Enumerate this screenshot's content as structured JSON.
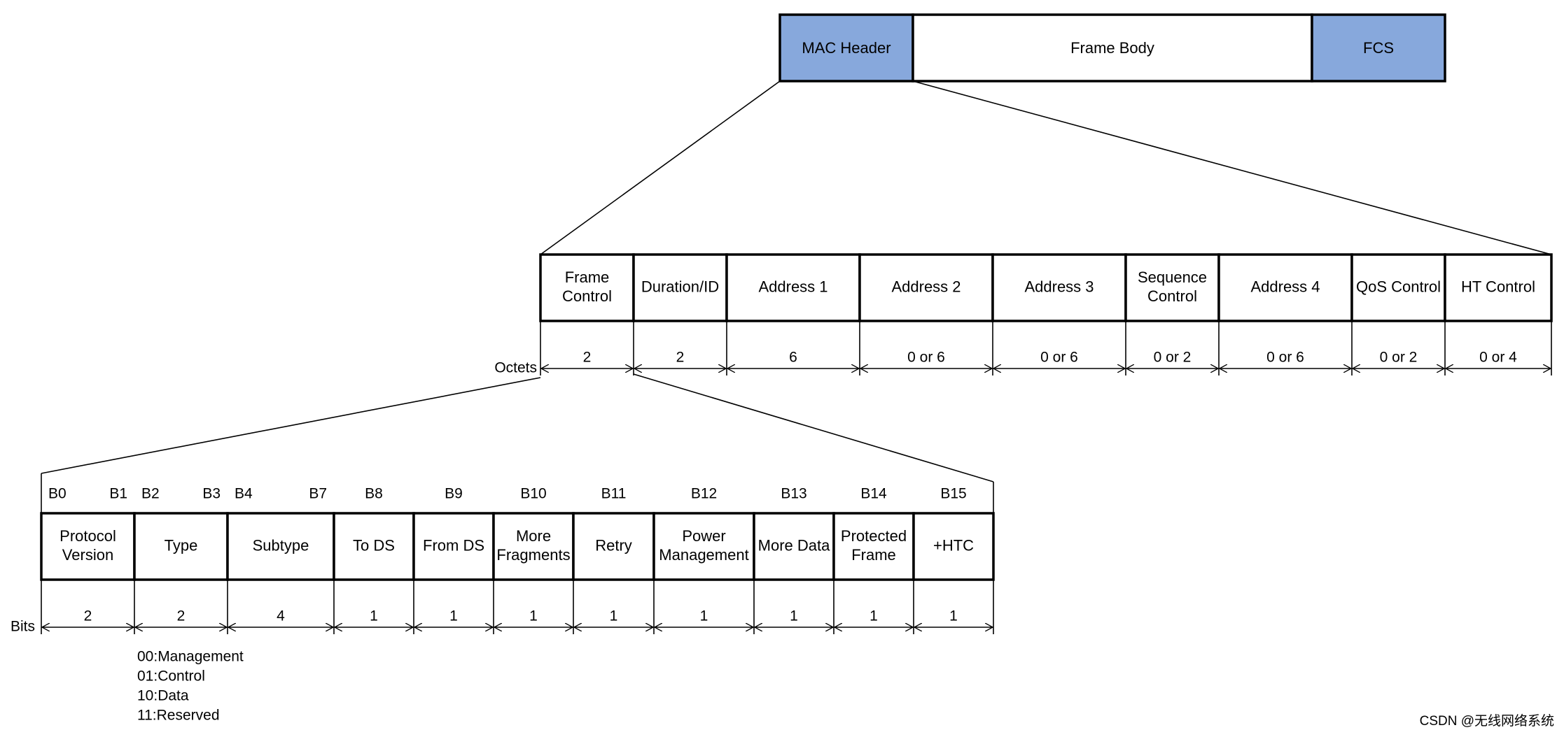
{
  "frame": {
    "mac_header": "MAC Header",
    "frame_body": "Frame Body",
    "fcs": "FCS"
  },
  "mac_fields": [
    {
      "label": [
        "Frame",
        "Control"
      ],
      "size": "2"
    },
    {
      "label": [
        "Duration/ID"
      ],
      "size": "2"
    },
    {
      "label": [
        "Address 1"
      ],
      "size": "6"
    },
    {
      "label": [
        "Address 2"
      ],
      "size": "0 or 6"
    },
    {
      "label": [
        "Address 3"
      ],
      "size": "0 or 6"
    },
    {
      "label": [
        "Sequence",
        "Control"
      ],
      "size": "0 or 2"
    },
    {
      "label": [
        "Address 4"
      ],
      "size": "0 or 6"
    },
    {
      "label": [
        "QoS Control"
      ],
      "size": "0 or 2"
    },
    {
      "label": [
        "HT Control"
      ],
      "size": "0 or 4"
    }
  ],
  "octets_label": "Octets",
  "fc_fields": [
    {
      "label": [
        "Protocol",
        "Version"
      ],
      "size": "2",
      "bits": [
        "B0",
        "B1"
      ]
    },
    {
      "label": [
        "Type"
      ],
      "size": "2",
      "bits": [
        "B2",
        "B3"
      ]
    },
    {
      "label": [
        "Subtype"
      ],
      "size": "4",
      "bits": [
        "B4",
        "B7"
      ]
    },
    {
      "label": [
        "To DS"
      ],
      "size": "1",
      "bits": [
        "B8"
      ]
    },
    {
      "label": [
        "From DS"
      ],
      "size": "1",
      "bits": [
        "B9"
      ]
    },
    {
      "label": [
        "More",
        "Fragments"
      ],
      "size": "1",
      "bits": [
        "B10"
      ]
    },
    {
      "label": [
        "Retry"
      ],
      "size": "1",
      "bits": [
        "B11"
      ]
    },
    {
      "label": [
        "Power",
        "Management"
      ],
      "size": "1",
      "bits": [
        "B12"
      ]
    },
    {
      "label": [
        "More Data"
      ],
      "size": "1",
      "bits": [
        "B13"
      ]
    },
    {
      "label": [
        "Protected",
        "Frame"
      ],
      "size": "1",
      "bits": [
        "B14"
      ]
    },
    {
      "label": [
        "+HTC"
      ],
      "size": "1",
      "bits": [
        "B15"
      ]
    }
  ],
  "bits_label": "Bits",
  "type_values": [
    "00:Management",
    "01:Control",
    "10:Data",
    "11:Reserved"
  ],
  "watermark": "CSDN @无线网络系统",
  "colors": {
    "header_fill": "#87a8dc",
    "body_fill": "#ffffff",
    "stroke": "#000000"
  }
}
